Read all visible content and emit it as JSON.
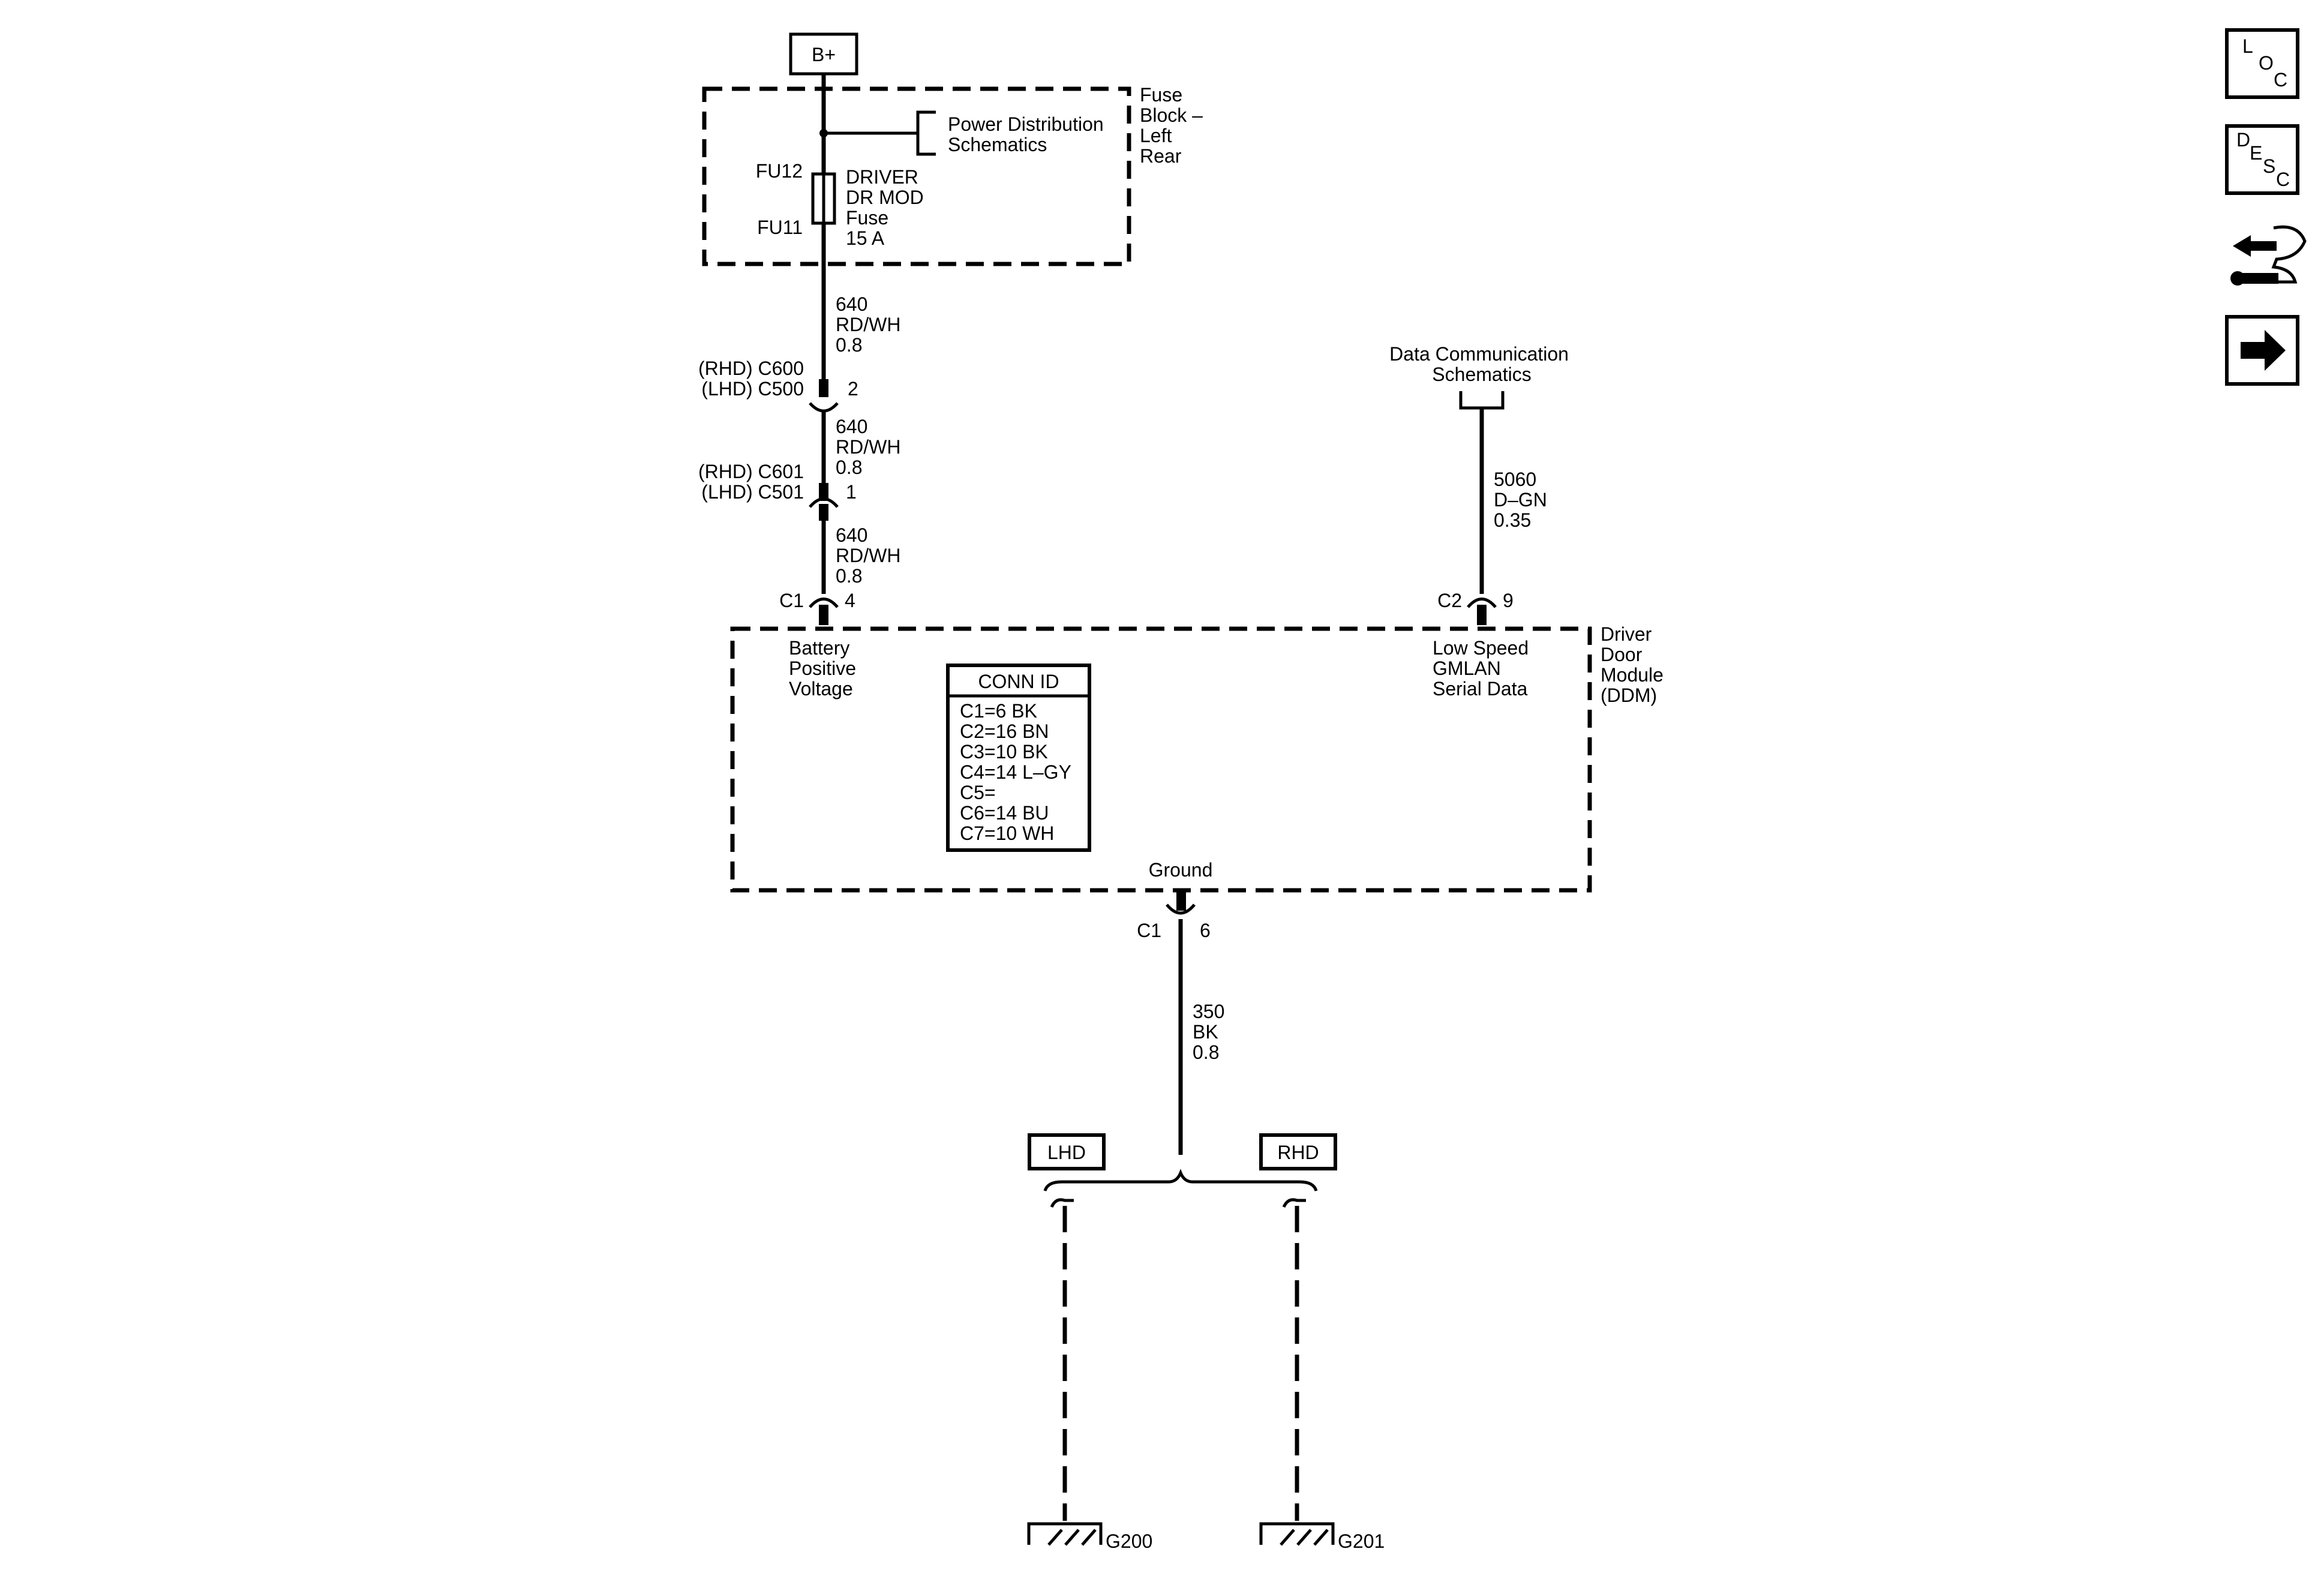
{
  "supply": {
    "label": "B+"
  },
  "fuse_block": {
    "label_lines": [
      "Fuse",
      "Block –",
      "Left",
      "Rear"
    ],
    "power_ref_lines": [
      "Power Distribution",
      "Schematics"
    ],
    "fuse_top_id": "FU12",
    "fuse_bottom_id": "FU11",
    "fuse_name_lines": [
      "DRIVER",
      "DR MOD",
      "Fuse",
      "15 A"
    ]
  },
  "wire_segments": [
    {
      "lines": [
        "640",
        "RD/WH",
        "0.8"
      ]
    },
    {
      "lines": [
        "640",
        "RD/WH",
        "0.8"
      ]
    },
    {
      "lines": [
        "640",
        "RD/WH",
        "0.8"
      ]
    }
  ],
  "inline_connectors": [
    {
      "rhd": "(RHD) C600",
      "lhd": "(LHD) C500",
      "pin": "2"
    },
    {
      "rhd": "(RHD) C601",
      "lhd": "(LHD) C501",
      "pin": "1"
    }
  ],
  "module": {
    "name_lines": [
      "Driver",
      "Door",
      "Module",
      "(DDM)"
    ],
    "power_pin": {
      "connector": "C1",
      "pin": "4",
      "label_lines": [
        "Battery",
        "Positive",
        "Voltage"
      ]
    },
    "data_pin": {
      "connector": "C2",
      "pin": "9",
      "label_lines": [
        "Low Speed",
        "GMLAN",
        "Serial Data"
      ]
    },
    "ground_pin": {
      "connector": "C1",
      "pin": "6",
      "label": "Ground"
    },
    "conn_id": {
      "title": "CONN ID",
      "rows": [
        "C1=6 BK",
        "C2=16 BN",
        "C3=10 BK",
        "C4=14 L–GY",
        "C5=",
        "C6=14 BU",
        "C7=10 WH"
      ]
    }
  },
  "data_comm": {
    "ref_lines": [
      "Data Communication",
      "Schematics"
    ],
    "wire_lines": [
      "5060",
      "D–GN",
      "0.35"
    ]
  },
  "ground_wire": {
    "lines": [
      "350",
      "BK",
      "0.8"
    ]
  },
  "grounds": {
    "lhd_tag": "LHD",
    "rhd_tag": "RHD",
    "lhd_ground": "G200",
    "rhd_ground": "G201"
  },
  "nav_buttons": {
    "loc": [
      "L",
      "O",
      "C"
    ],
    "desc": [
      "D",
      "E",
      "S",
      "C"
    ]
  }
}
